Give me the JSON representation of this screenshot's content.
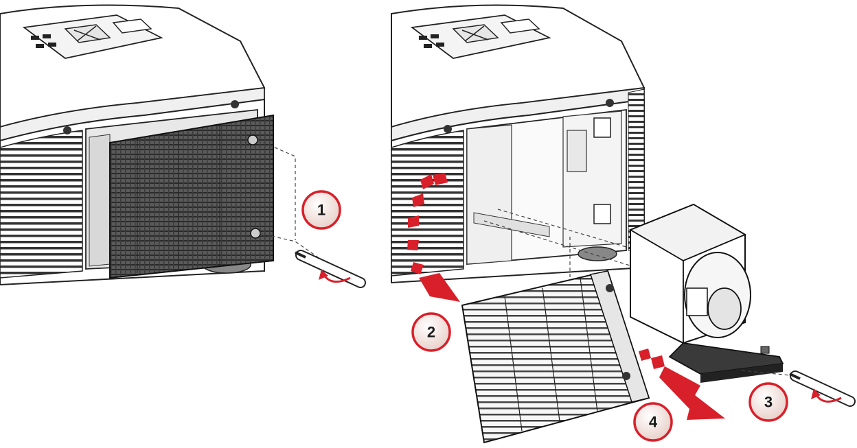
{
  "steps": {
    "s1": "1",
    "s2": "2",
    "s3": "3",
    "s4": "4"
  },
  "colors": {
    "accent_red": "#d8202a",
    "badge_fill": "#f2e3e0",
    "line": "#222222",
    "panel_dark": "#4a4a4a"
  }
}
